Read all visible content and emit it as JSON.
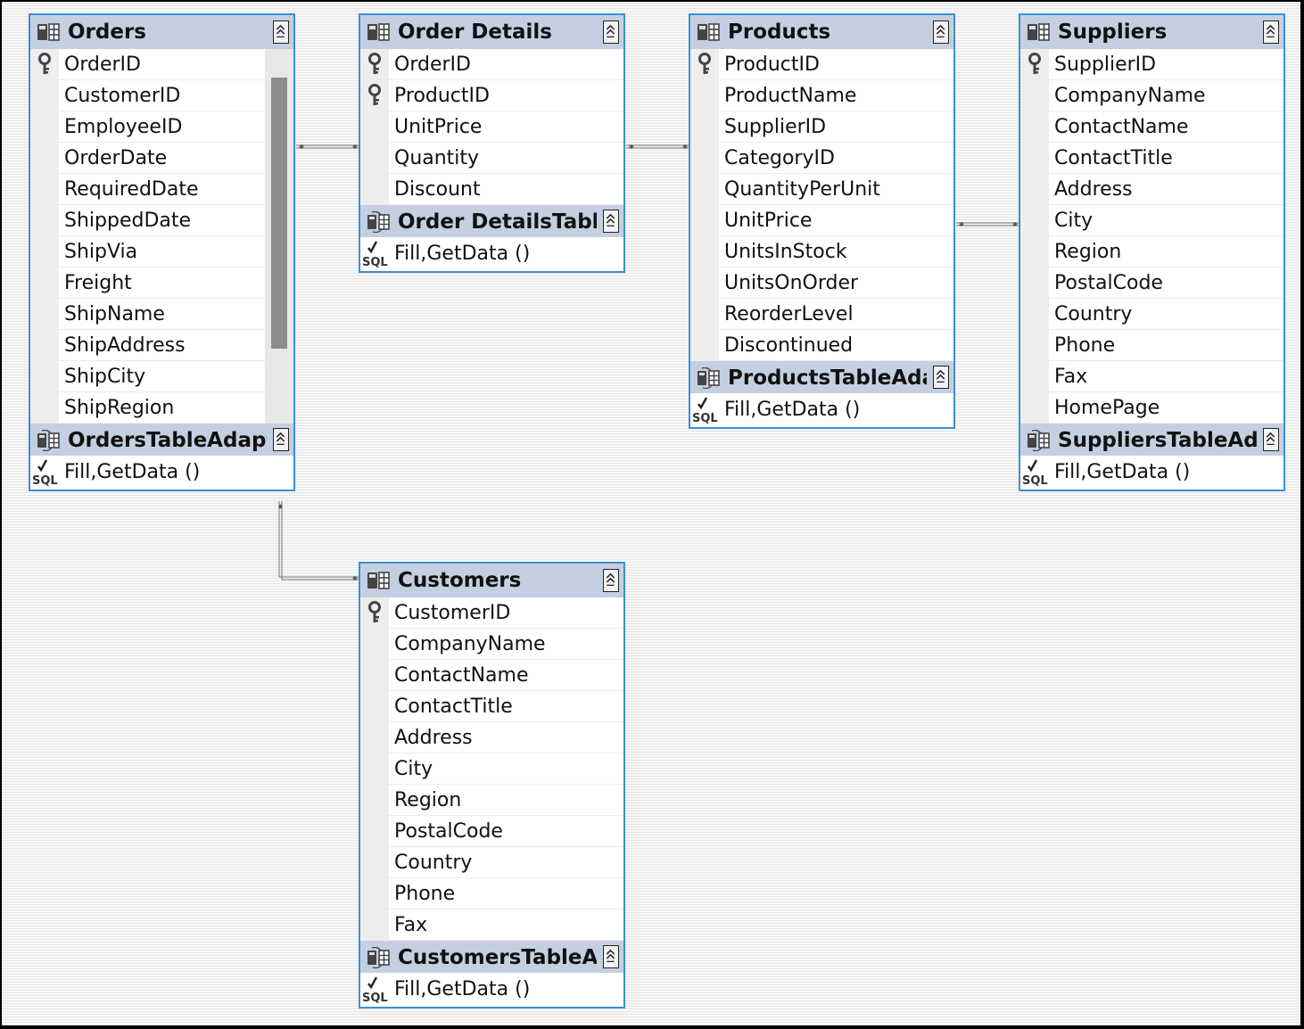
{
  "icons": {
    "table": "datatable-icon",
    "adapter": "tableadapter-icon",
    "key": "primary-key-icon",
    "query": "sql-query-icon",
    "collapse": "collapse-chevron-icon"
  },
  "colors": {
    "border": "#3c8fd6",
    "header": "#c4d0e2",
    "scroll_thumb": "#8c8c8c"
  },
  "tables": {
    "orders": {
      "title": "Orders",
      "columns": [
        "OrderID",
        "CustomerID",
        "EmployeeID",
        "OrderDate",
        "RequiredDate",
        "ShippedDate",
        "ShipVia",
        "Freight",
        "ShipName",
        "ShipAddress",
        "ShipCity",
        "ShipRegion"
      ],
      "keys": [
        "OrderID"
      ],
      "adapter": "OrdersTableAdapter",
      "query": "Fill,GetData ()"
    },
    "order_details": {
      "title": "Order Details",
      "columns": [
        "OrderID",
        "ProductID",
        "UnitPrice",
        "Quantity",
        "Discount"
      ],
      "keys": [
        "OrderID",
        "ProductID"
      ],
      "adapter": "Order DetailsTableA",
      "query": "Fill,GetData ()"
    },
    "products": {
      "title": "Products",
      "columns": [
        "ProductID",
        "ProductName",
        "SupplierID",
        "CategoryID",
        "QuantityPerUnit",
        "UnitPrice",
        "UnitsInStock",
        "UnitsOnOrder",
        "ReorderLevel",
        "Discontinued"
      ],
      "keys": [
        "ProductID"
      ],
      "adapter": "ProductsTableAdapt",
      "query": "Fill,GetData ()"
    },
    "suppliers": {
      "title": "Suppliers",
      "columns": [
        "SupplierID",
        "CompanyName",
        "ContactName",
        "ContactTitle",
        "Address",
        "City",
        "Region",
        "PostalCode",
        "Country",
        "Phone",
        "Fax",
        "HomePage"
      ],
      "keys": [
        "SupplierID"
      ],
      "adapter": "SuppliersTableAdap",
      "query": "Fill,GetData ()"
    },
    "customers": {
      "title": "Customers",
      "columns": [
        "CustomerID",
        "CompanyName",
        "ContactName",
        "ContactTitle",
        "Address",
        "City",
        "Region",
        "PostalCode",
        "Country",
        "Phone",
        "Fax"
      ],
      "keys": [
        "CustomerID"
      ],
      "adapter": "CustomersTableAda",
      "query": "Fill,GetData ()"
    }
  }
}
